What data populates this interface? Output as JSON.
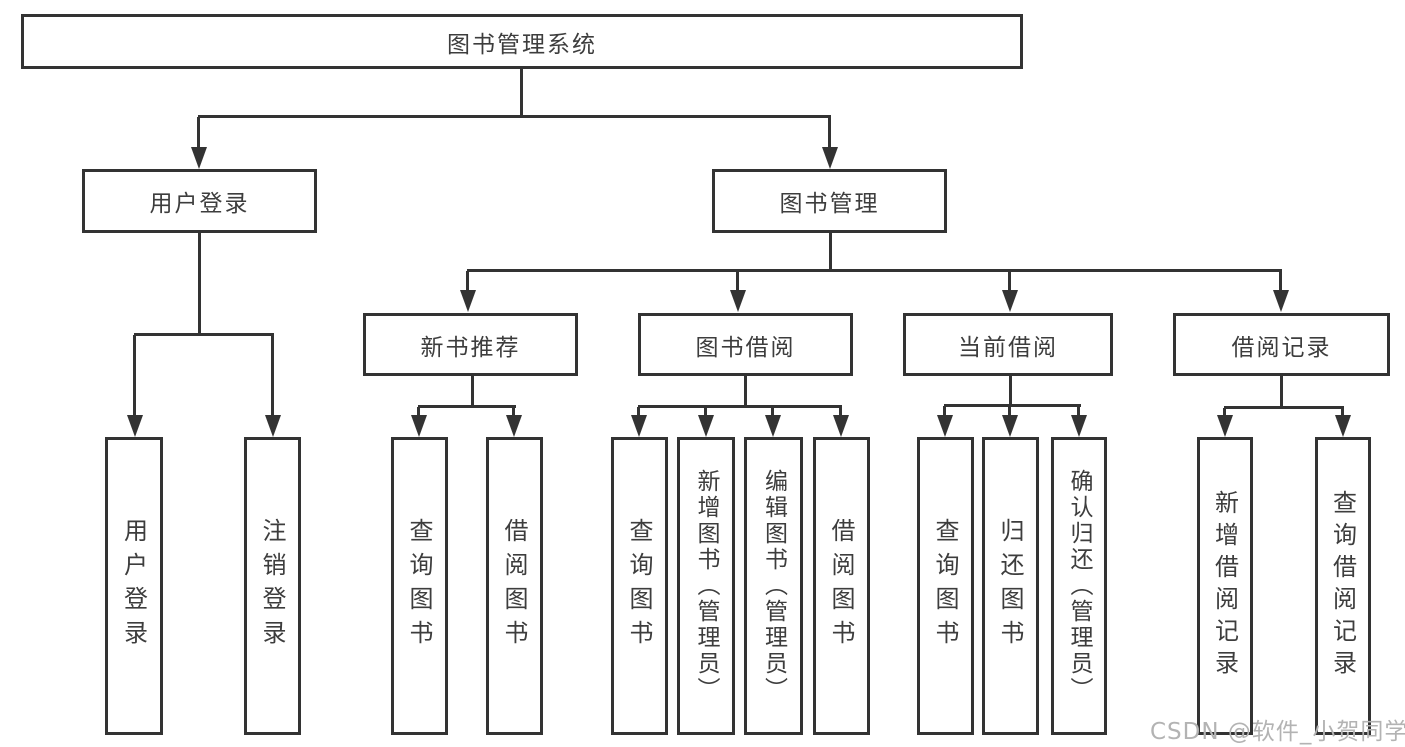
{
  "diagram": {
    "root": "图书管理系统",
    "branches": [
      {
        "label": "用户登录",
        "leaves": [
          "用户登录",
          "注销登录"
        ]
      },
      {
        "label": "图书管理",
        "groups": [
          {
            "label": "新书推荐",
            "leaves": [
              "查询图书",
              "借阅图书"
            ]
          },
          {
            "label": "图书借阅",
            "leaves": [
              "查询图书",
              "新增图书（管理员）",
              "编辑图书（管理员）",
              "借阅图书"
            ]
          },
          {
            "label": "当前借阅",
            "leaves": [
              "查询图书",
              "归还图书",
              "确认归还（管理员）"
            ]
          },
          {
            "label": "借阅记录",
            "leaves": [
              "新增借阅记录",
              "查询借阅记录"
            ]
          }
        ]
      }
    ]
  },
  "watermark": {
    "text": "CSDN @软件_小贺同学",
    "color": "#b3b3b3"
  },
  "colors": {
    "line": "#333333",
    "text": "#3d3d3d",
    "background": "#ffffff"
  }
}
